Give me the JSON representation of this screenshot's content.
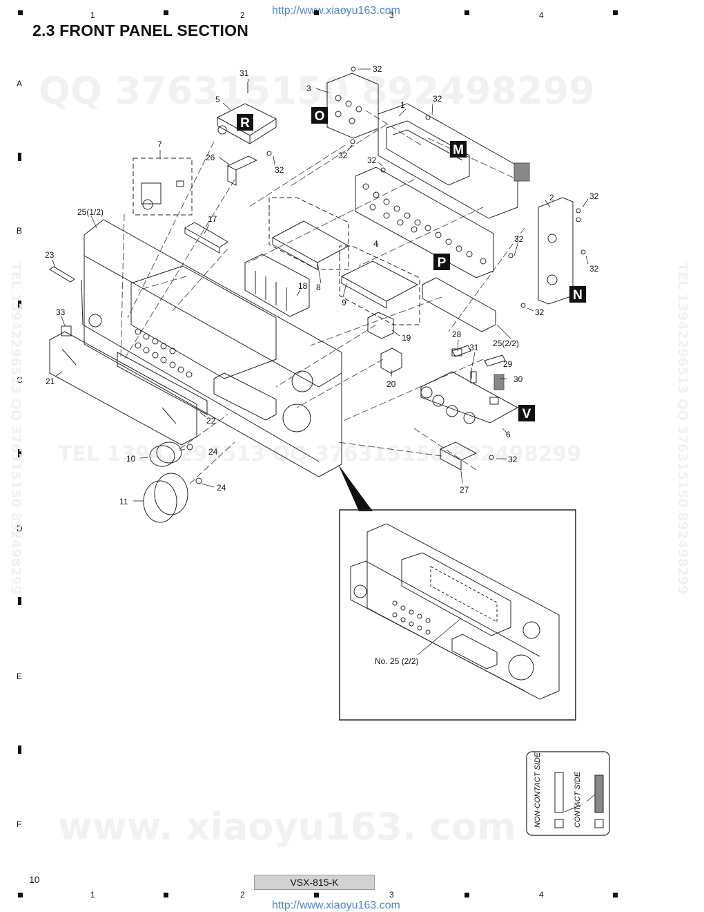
{
  "header": {
    "url": "http://www.xiaoyu163.com",
    "title": "2.3  FRONT PANEL SECTION"
  },
  "footer": {
    "page_number": "10",
    "model": "VSX-815-K",
    "url": "http://www.xiaoyu163.com"
  },
  "grid": {
    "columns": [
      "1",
      "2",
      "3",
      "4"
    ],
    "rows": [
      "A",
      "B",
      "C",
      "D",
      "E",
      "F"
    ]
  },
  "watermarks": {
    "qq_top": "QQ 376315150  892498299",
    "tel_mid": "TEL  13942296513   QQ 376315150  892498299",
    "site_bottom": "www. xiaoyu163. com",
    "side_left": "TEL 13942296513 QQ 376315150 892498299",
    "side_right": "TEL 13942296513 QQ 376315150 892498299"
  },
  "board_labels": [
    "R",
    "O",
    "M",
    "P",
    "N",
    "V"
  ],
  "part_labels": {
    "p1": "1",
    "p2": "2",
    "p3": "3",
    "p4": "4",
    "p5": "5",
    "p6": "6",
    "p7": "7",
    "p8": "8",
    "p9": "9",
    "p10": "10",
    "p11": "11",
    "p17": "17",
    "p18": "18",
    "p19": "19",
    "p20": "20",
    "p21": "21",
    "p22": "22",
    "p23": "23",
    "p24": "24",
    "p25a": "25(1/2)",
    "p25b": "25(2/2)",
    "p26": "26",
    "p27": "27",
    "p28": "28",
    "p29": "29",
    "p30": "30",
    "p31": "31",
    "p32": "32",
    "p33": "33"
  },
  "inset": {
    "callout": "No. 25 (2/2)"
  },
  "legend": {
    "non_contact": "NON-CONTACT SIDE",
    "contact": "CONTACT SIDE"
  }
}
